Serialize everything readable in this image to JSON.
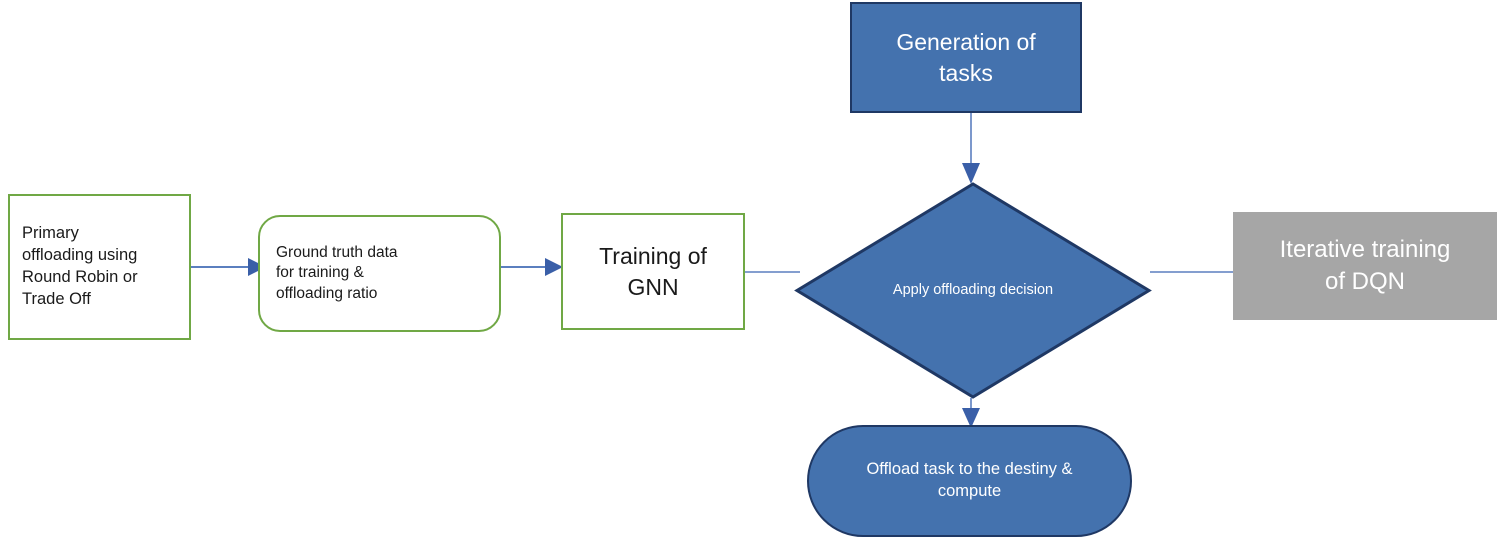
{
  "diagram": {
    "title": "Offloading and training pipeline flowchart",
    "background": "#ffffff",
    "colors": {
      "green_outline": "#70A845",
      "blue_fill": "#4472AE",
      "blue_border": "#1F3864",
      "gray_fill": "#A6A6A6",
      "connector": "#5B7FBF",
      "arrow_head": "#3A5FA8",
      "dark_text": "#1a1a1a",
      "light_text": "#ffffff"
    }
  },
  "nodes": {
    "primary_offloading": {
      "label": "Primary\noffloading using\nRound Robin or\nTrade Off",
      "shape": "rectangle",
      "style": "green-outline"
    },
    "ground_truth": {
      "label": "Ground truth data\nfor training &\noffloading ratio",
      "shape": "rounded-rectangle",
      "style": "green-outline"
    },
    "training_gnn": {
      "label": "Training of\nGNN",
      "shape": "rectangle",
      "style": "green-outline"
    },
    "generation_of_tasks": {
      "label": "Generation of\ntasks",
      "shape": "rectangle",
      "style": "blue-filled"
    },
    "apply_decision": {
      "label": "Apply\noffloading\ndecision",
      "shape": "diamond",
      "style": "blue-filled"
    },
    "iterative_dqn": {
      "label": "Iterative training\nof DQN",
      "shape": "rectangle",
      "style": "gray-filled"
    },
    "offload_compute": {
      "label": "Offload task to the destiny &\ncompute",
      "shape": "stadium",
      "style": "blue-filled"
    }
  },
  "edges": [
    {
      "id": "e1",
      "from": "primary_offloading",
      "to": "ground_truth",
      "arrow": true,
      "direction": "right"
    },
    {
      "id": "e2",
      "from": "ground_truth",
      "to": "training_gnn",
      "arrow": true,
      "direction": "right"
    },
    {
      "id": "e3",
      "from": "training_gnn",
      "to": "apply_decision",
      "arrow": false,
      "direction": "right"
    },
    {
      "id": "e4",
      "from": "generation_of_tasks",
      "to": "apply_decision",
      "arrow": true,
      "direction": "down"
    },
    {
      "id": "e5",
      "from": "apply_decision",
      "to": "iterative_dqn",
      "arrow": false,
      "direction": "right"
    },
    {
      "id": "e6",
      "from": "apply_decision",
      "to": "offload_compute",
      "arrow": true,
      "direction": "down"
    }
  ]
}
